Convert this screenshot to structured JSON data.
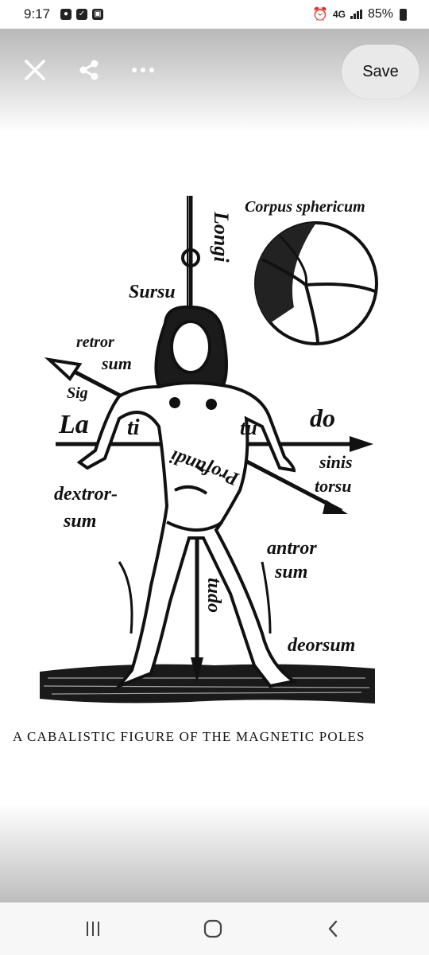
{
  "status_bar": {
    "time": "9:17",
    "network": "4G",
    "battery": "85%"
  },
  "toolbar": {
    "close_icon": "close-icon",
    "share_icon": "share-icon",
    "more_icon": "more-options-icon",
    "save_label": "Save"
  },
  "figure": {
    "labels": {
      "corpus": "Corpus sphericum",
      "longi": "Longi",
      "sursu": "Sursu",
      "retror": "retror",
      "sum_top": "sum",
      "sig": "Sig",
      "la": "La",
      "ti": "ti",
      "tu": "tu",
      "do": "do",
      "sinis": "sinis",
      "torsu": "torsu",
      "dextror": "dextror-",
      "sum_left": "sum",
      "profunditas": "Profundi",
      "antror": "antror",
      "sum_right": "sum",
      "tudo": "tudo",
      "deorsum": "deorsum"
    }
  },
  "caption": "A CABALISTIC FIGURE OF THE MAGNETIC POLES",
  "nav": {
    "recents_icon": "recents-icon",
    "home_icon": "home-icon",
    "back_icon": "back-icon"
  }
}
